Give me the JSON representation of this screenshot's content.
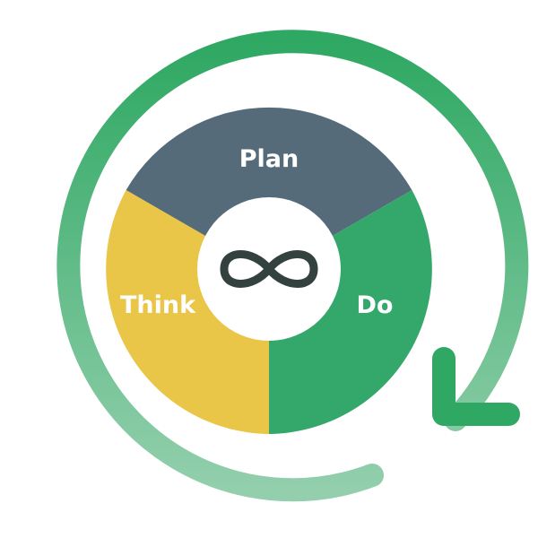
{
  "cycle": {
    "segments": [
      {
        "key": "plan",
        "label": "Plan",
        "color": "#556b79"
      },
      {
        "key": "do",
        "label": "Do",
        "color": "#33a86a"
      },
      {
        "key": "think",
        "label": "Think",
        "color": "#e9c548"
      }
    ],
    "label_color": "#ffffff",
    "hub": {
      "icon": "infinity-icon",
      "icon_color": "#33413f",
      "background": "#ffffff"
    },
    "arrow": {
      "icon": "circular-arrow-icon",
      "color_start": "#2ea862",
      "color_end": "#93cfad"
    }
  }
}
